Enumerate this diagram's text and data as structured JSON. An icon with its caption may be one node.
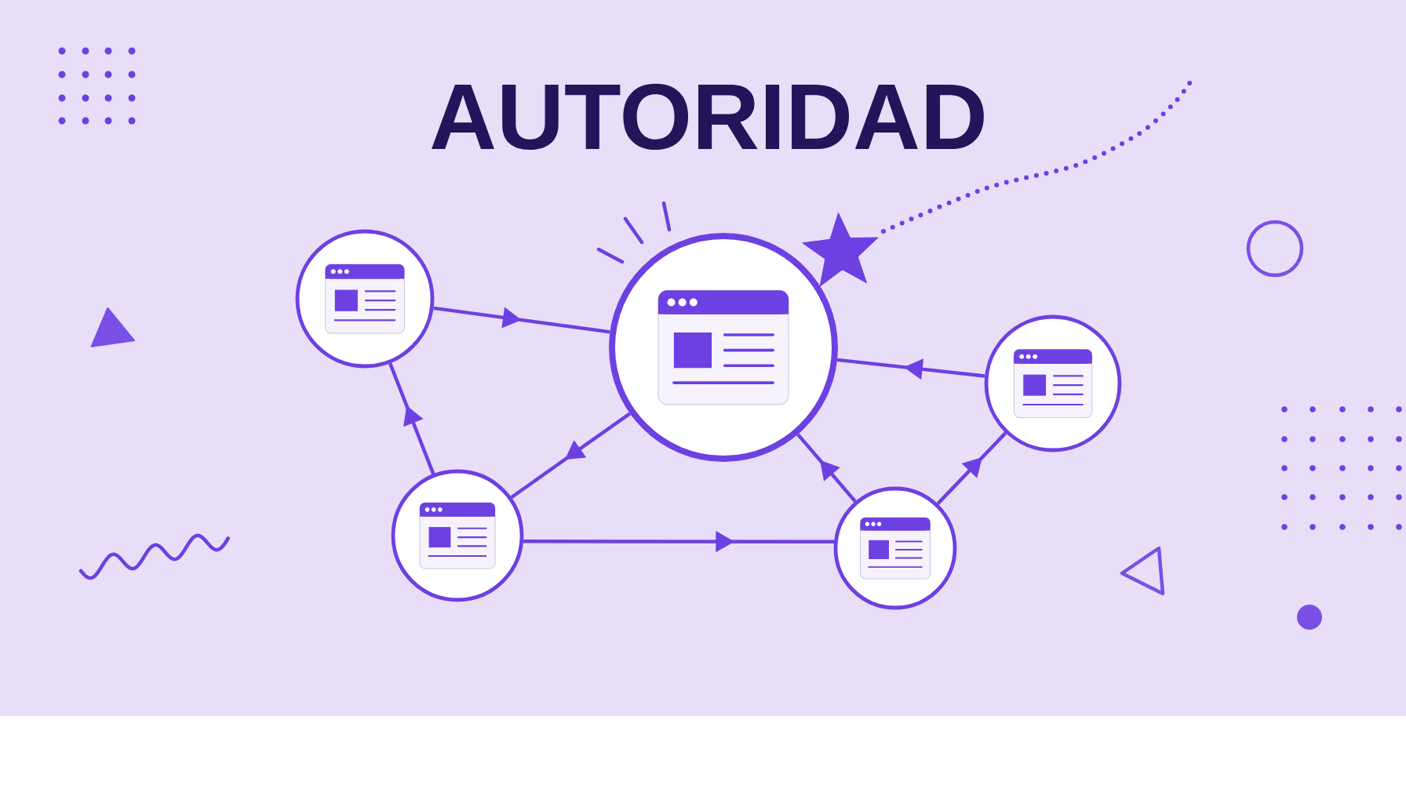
{
  "diagram": {
    "title": "AUTORIDAD",
    "nodes": [
      {
        "text": [],
        "shape": "circle"
      },
      {
        "text": [],
        "shape": "circle"
      },
      {
        "text": [],
        "shape": "circle"
      },
      {
        "text": [],
        "shape": "circle"
      },
      {
        "text": [],
        "shape": "circle"
      }
    ],
    "edges": [
      {
        "from": 0,
        "to": 1,
        "arrow": "to"
      },
      {
        "from": 2,
        "to": 1,
        "arrow": "to"
      },
      {
        "from": 3,
        "to": 0,
        "arrow": "to"
      },
      {
        "from": 1,
        "to": 3,
        "arrow": "to"
      },
      {
        "from": 3,
        "to": 4,
        "arrow": "to"
      },
      {
        "from": 4,
        "to": 1,
        "arrow": "to"
      },
      {
        "from": 4,
        "to": 2,
        "arrow": "to"
      }
    ]
  }
}
